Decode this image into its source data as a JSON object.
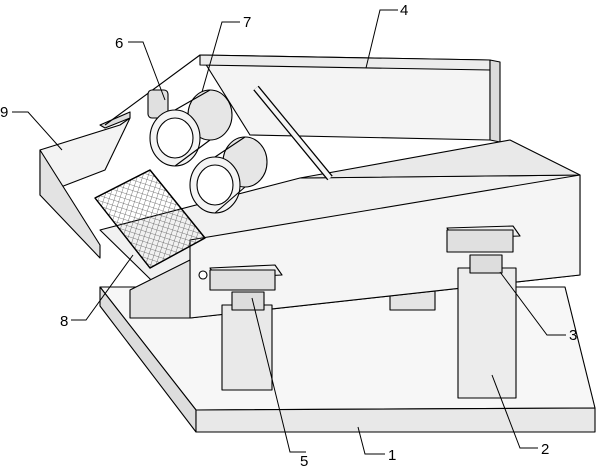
{
  "figure": {
    "callouts": [
      {
        "id": "1",
        "text": "1"
      },
      {
        "id": "2",
        "text": "2"
      },
      {
        "id": "3",
        "text": "3"
      },
      {
        "id": "4",
        "text": "4"
      },
      {
        "id": "5",
        "text": "5"
      },
      {
        "id": "6",
        "text": "6"
      },
      {
        "id": "7",
        "text": "7"
      },
      {
        "id": "8",
        "text": "8"
      },
      {
        "id": "9",
        "text": "9"
      }
    ]
  },
  "colors": {
    "line": "#000000",
    "face_light": "#f5f5f5",
    "face_mid": "#e6e6e6",
    "face_dark": "#cfcfcf",
    "mesh": "#6a6a6a"
  }
}
